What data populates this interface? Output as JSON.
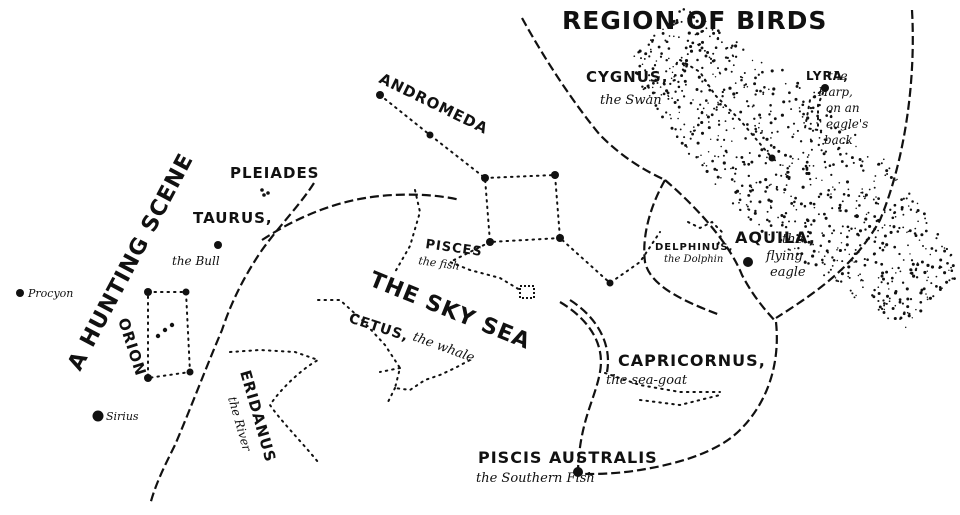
{
  "regions": {
    "birds": "REGION OF BIRDS",
    "hunting": "A HUNTING SCENE",
    "sea": "THE SKY SEA"
  },
  "constellations": {
    "andromeda": {
      "name": "ANDROMEDA"
    },
    "pleiades": {
      "name": "PLEIADES"
    },
    "taurus": {
      "name": "TAURUS,",
      "desc": "the Bull"
    },
    "orion": {
      "name": "ORION"
    },
    "procyon": {
      "name": "Procyon"
    },
    "sirius": {
      "name": "Sirius"
    },
    "eridanus": {
      "name": "ERIDANUS",
      "desc": "the River"
    },
    "cetus": {
      "name": "CETUS,",
      "desc": "the whale"
    },
    "pisces": {
      "name": "PISCES",
      "desc": "the fish"
    },
    "cygnus": {
      "name": "CYGNUS,",
      "desc": "the Swan"
    },
    "lyra": {
      "name": "LYRA,",
      "desc_lines": [
        "the",
        "Harp,",
        "on an",
        "eagle's",
        "back"
      ]
    },
    "delphinus": {
      "name": "DELPHINUS,",
      "desc": "the Dolphin"
    },
    "aquila": {
      "name": "AQUILA,",
      "desc_lines": [
        "the",
        "flying",
        "eagle"
      ]
    },
    "capricornus": {
      "name": "CAPRICORNUS,",
      "desc": "the sea-goat"
    },
    "piscis_australis": {
      "name": "PISCIS AUSTRALIS",
      "desc": "the Southern Fish"
    }
  },
  "colors": {
    "ink": "#111111",
    "paper": "#ffffff"
  }
}
